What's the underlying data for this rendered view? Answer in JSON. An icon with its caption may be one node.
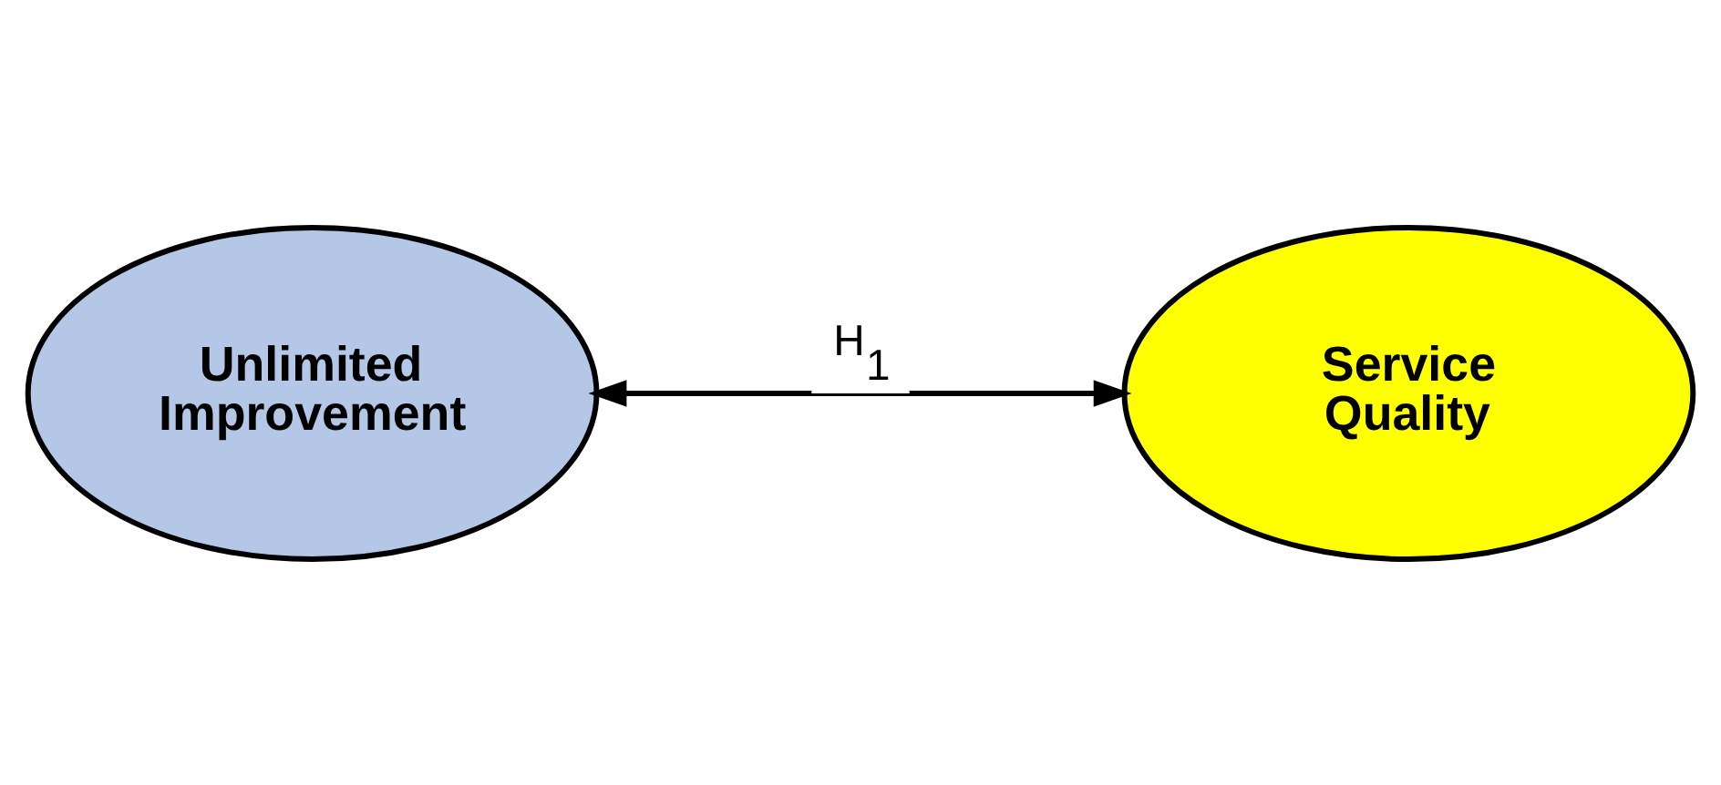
{
  "diagram": {
    "nodes": [
      {
        "text": [
          "Unlimited Improvement"
        ]
      },
      {
        "text": [
          "Service Quality"
        ]
      }
    ],
    "edges": [
      {
        "from": 0,
        "to": 1,
        "arrow": "both",
        "label": "H$_{1}$"
      }
    ]
  }
}
